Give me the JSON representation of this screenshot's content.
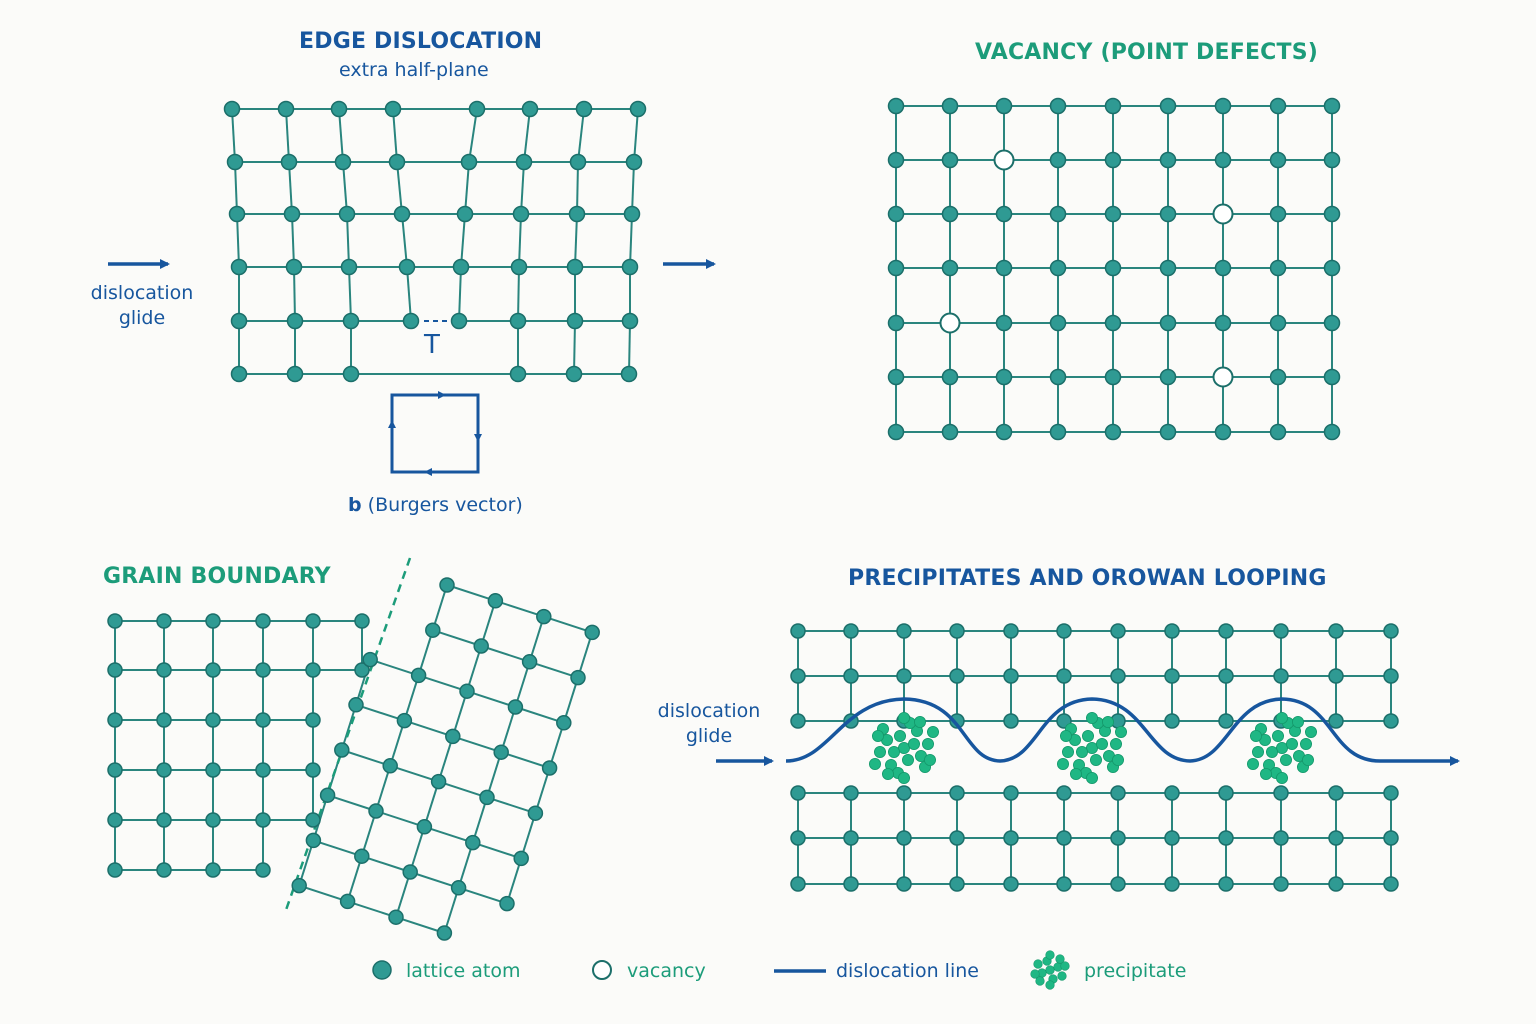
{
  "panels": {
    "edge_dislocation": {
      "title": "EDGE DISLOCATION",
      "subtitle": "extra half-plane",
      "glide_label": "dislocation\nglide",
      "burgers_symbol": "b",
      "burgers_label": "(Burgers vector)",
      "dislocation_symbol": "T"
    },
    "vacancy": {
      "title": "VACANCY (POINT DEFECTS)"
    },
    "grain_boundary": {
      "title": "GRAIN BOUNDARY"
    },
    "precipitates": {
      "title": "PRECIPITATES AND OROWAN LOOPING",
      "glide_label": "dislocation\nglide"
    }
  },
  "legend": [
    {
      "key": "atom",
      "label": "lattice atom"
    },
    {
      "key": "vacancy",
      "label": "vacancy"
    },
    {
      "key": "line",
      "label": "dislocation line"
    },
    {
      "key": "precipitate",
      "label": "precipitate"
    }
  ],
  "colors": {
    "atom_fill": "#2f9a93",
    "atom_stroke": "#1c6f6a",
    "bond": "#2a857e",
    "dislocation_line": "#17569e",
    "precipitate": "#1fb784",
    "title_blue": "#17569e",
    "title_green": "#1c9c7a"
  }
}
